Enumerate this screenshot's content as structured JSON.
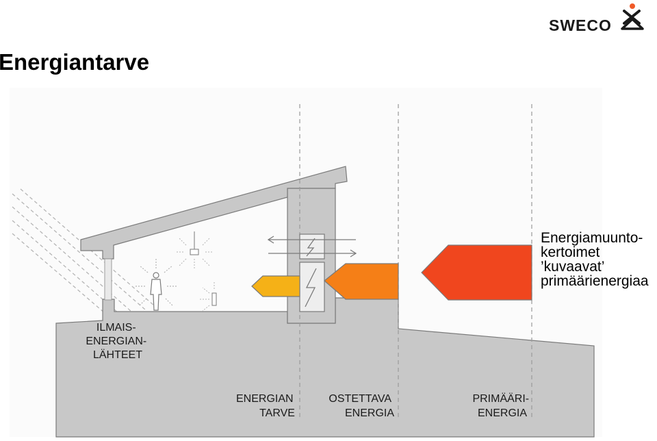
{
  "page": {
    "title": "Energiantarve"
  },
  "logo": {
    "text": "SWECO",
    "mark_icon": "sweco-figure-icon"
  },
  "diagram": {
    "sources_label": [
      "ILMAIS-",
      "ENERGIAN-",
      "LÄHTEET"
    ],
    "columns": [
      {
        "label": [
          "ENERGIAN",
          "TARVE"
        ],
        "arrow_color": "#f5b117"
      },
      {
        "label": [
          "OSTETTAVA",
          "ENERGIA"
        ],
        "arrow_color": "#f57f17"
      },
      {
        "label": [
          "PRIMÄÄRI-",
          "ENERGIA"
        ],
        "arrow_color": "#f0461e"
      }
    ],
    "colors": {
      "ground": "#c8c8c8",
      "ground_edge": "#7a7a7a",
      "divider": "#9a9a9a"
    }
  },
  "note": {
    "lines": [
      "Energiamuunto-",
      "kertoimet",
      "’kuvaavat’",
      "primäärienergiaa"
    ]
  }
}
